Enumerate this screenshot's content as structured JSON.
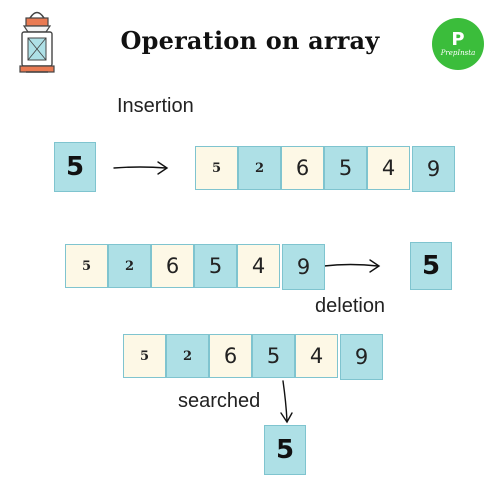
{
  "title": "Operation on array",
  "logo": {
    "letter": "P",
    "subtitle": "PrepInsta"
  },
  "insertion": {
    "label": "Insertion",
    "element": "5",
    "array": [
      "5",
      "2",
      "6",
      "5",
      "4",
      "9"
    ]
  },
  "deletion": {
    "label": "deletion",
    "element": "5",
    "array": [
      "5",
      "2",
      "6",
      "5",
      "4",
      "9"
    ]
  },
  "search": {
    "label": "searched",
    "element": "5",
    "array": [
      "5",
      "2",
      "6",
      "5",
      "4",
      "9"
    ]
  },
  "cell_styles": [
    "c",
    "t",
    "c",
    "t",
    "c",
    "t"
  ],
  "cell_text": [
    "small",
    "small",
    "big",
    "big",
    "big",
    "big"
  ],
  "colors": {
    "cream": "#fdf8e6",
    "teal": "#aee0e6",
    "border": "#7fc4cf",
    "logo_green": "#3bbd3b"
  }
}
